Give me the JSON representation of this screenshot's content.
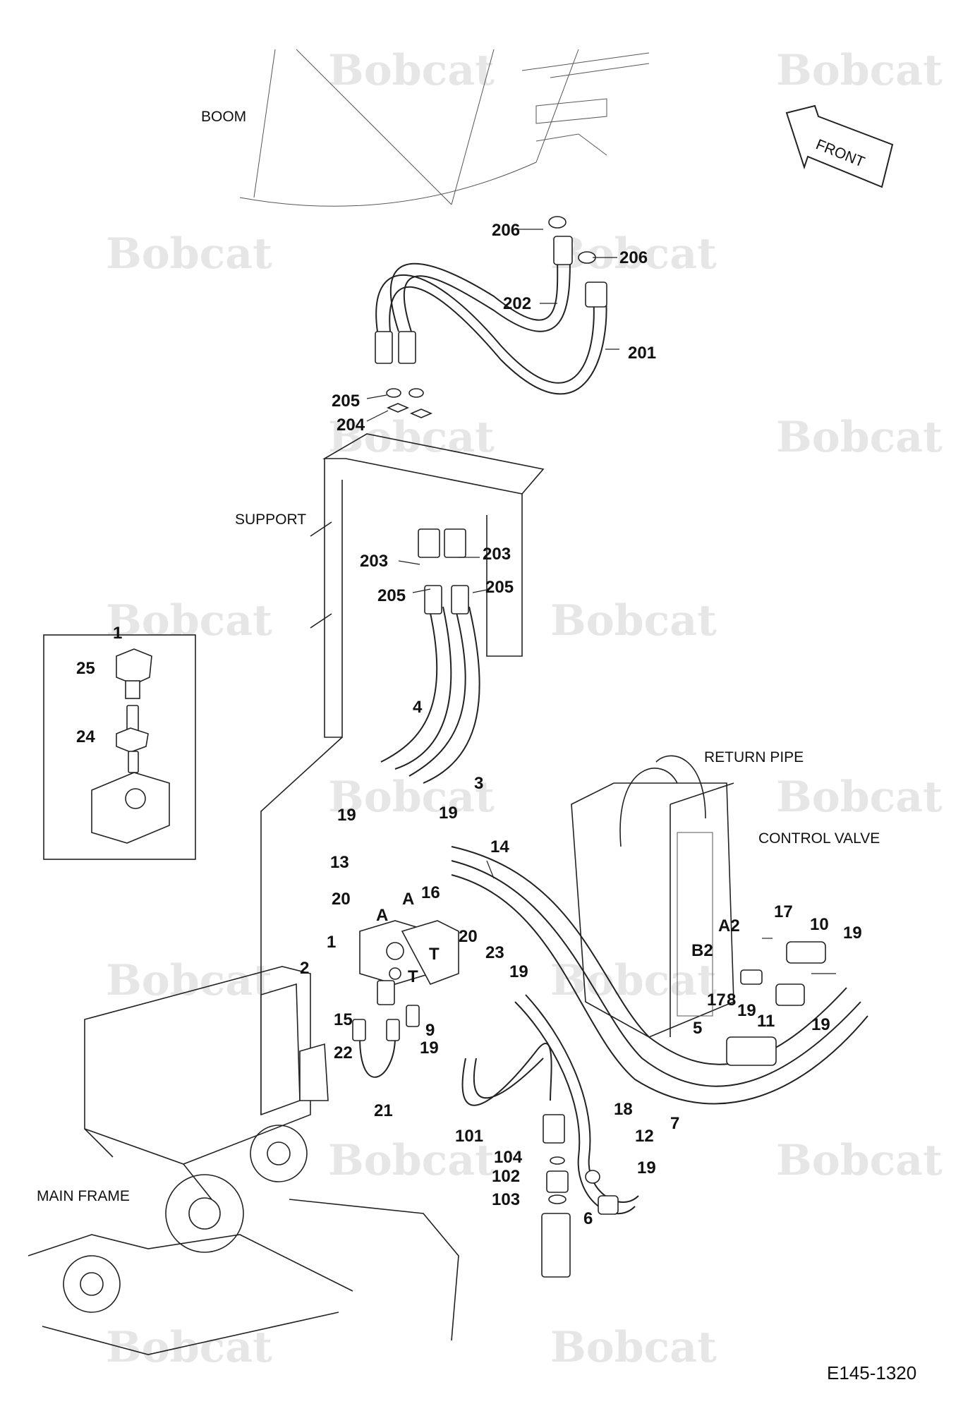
{
  "areas": {
    "boom": "BOOM",
    "support": "SUPPORT",
    "return_pipe": "RETURN PIPE",
    "control_valve": "CONTROL VALVE",
    "main_frame": "MAIN FRAME",
    "front": "FRONT"
  },
  "watermark": "Bobcat",
  "reference": "E145-1320",
  "ports": {
    "A": "A",
    "T": "T",
    "A2": "A2",
    "B2": "B2"
  },
  "parts": [
    "206",
    "206",
    "202",
    "201",
    "205",
    "204",
    "203",
    "203",
    "205",
    "205",
    "4",
    "3",
    "19",
    "19",
    "13",
    "14",
    "20",
    "16",
    "1",
    "2",
    "20",
    "23",
    "19",
    "15",
    "22",
    "9",
    "19",
    "21",
    "17",
    "10",
    "19",
    "8",
    "19",
    "11",
    "19",
    "17",
    "5",
    "7",
    "101",
    "18",
    "12",
    "104",
    "19",
    "102",
    "103",
    "6",
    "1",
    "25",
    "24"
  ]
}
